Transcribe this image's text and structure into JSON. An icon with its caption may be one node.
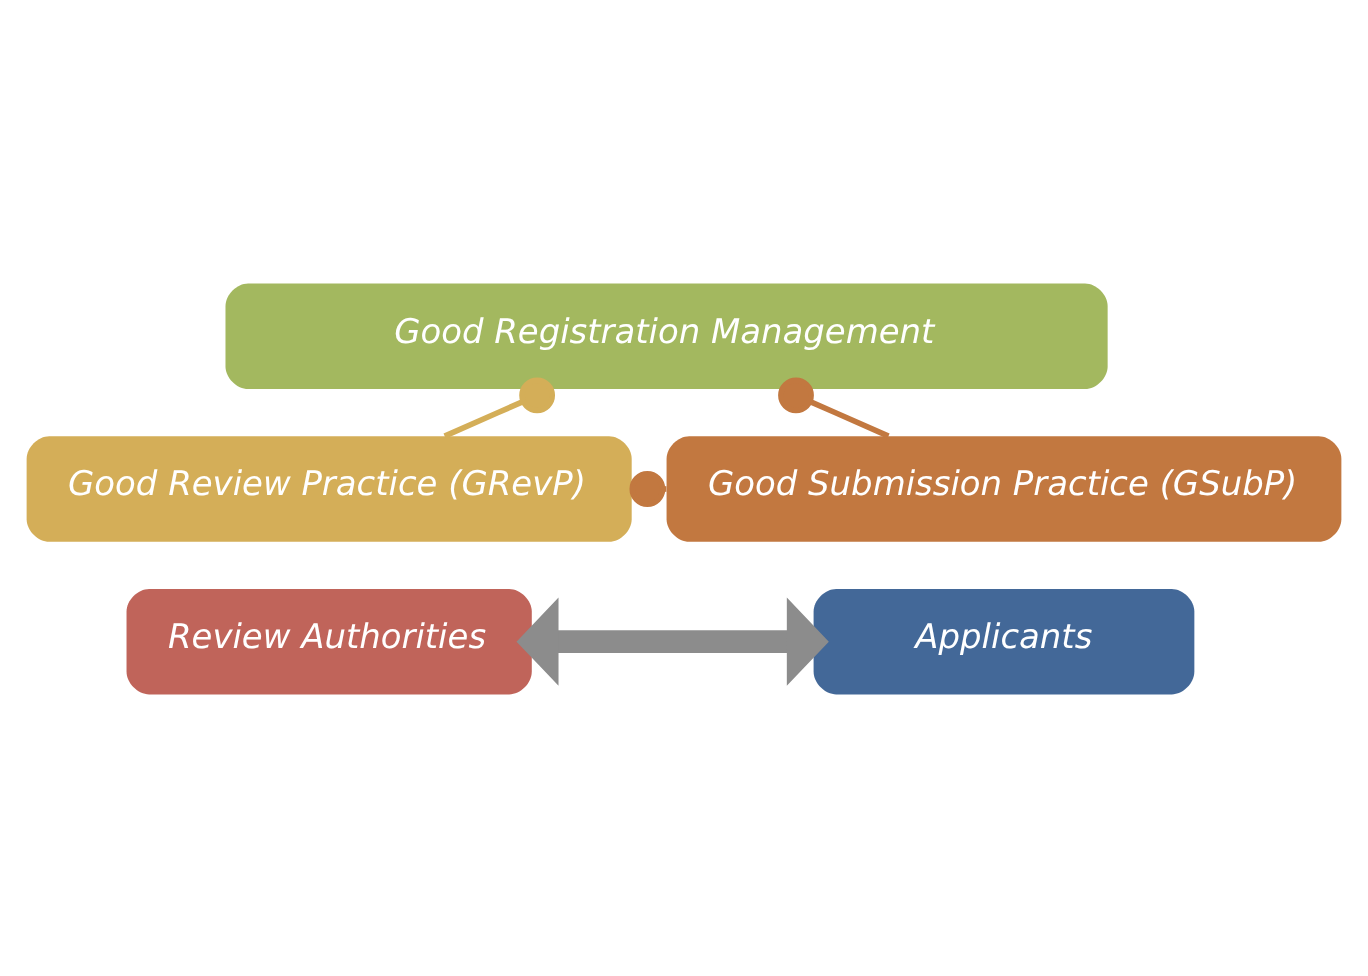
{
  "diagram": {
    "nodes": [
      {
        "text": [
          "Good Registration Management"
        ]
      },
      {
        "text": [
          "Good Review Practice (GRevP)"
        ]
      },
      {
        "text": [
          "Good Submission Practice (GSubP)"
        ]
      },
      {
        "text": [
          "Review Authorities"
        ]
      },
      {
        "text": [
          "Applicants"
        ]
      }
    ],
    "edges": [
      {
        "from": 0,
        "to": 1,
        "arrow": "other",
        "color": "#d4ae58"
      },
      {
        "from": 0,
        "to": 2,
        "arrow": "other"
      },
      {
        "from": 1,
        "to": 2,
        "arrow": "other"
      },
      {
        "from": 3,
        "to": 4,
        "arrow": "both",
        "style": "thick",
        "color": "#8c8c8c"
      }
    ]
  }
}
